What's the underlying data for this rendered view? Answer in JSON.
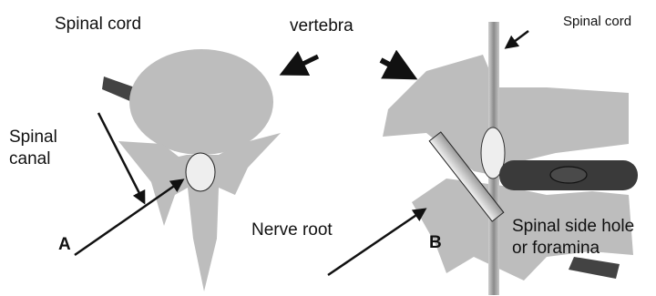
{
  "labels": {
    "spinal_cord_left": "Spinal cord",
    "vertebra": "vertebra",
    "spinal_cord_right": "Spinal cord",
    "spinal_canal_line1": "Spinal",
    "spinal_canal_line2": "canal",
    "nerve_root": "Nerve root",
    "marker_a": "A",
    "marker_b": "B",
    "side_hole_line1": "Spinal side hole",
    "side_hole_line2": "or foramina"
  },
  "colors": {
    "bone": "#bdbdbd",
    "cord_oval": "#eeeeee",
    "nerve_dark": "#3a3a3a",
    "stroke": "#111111"
  }
}
